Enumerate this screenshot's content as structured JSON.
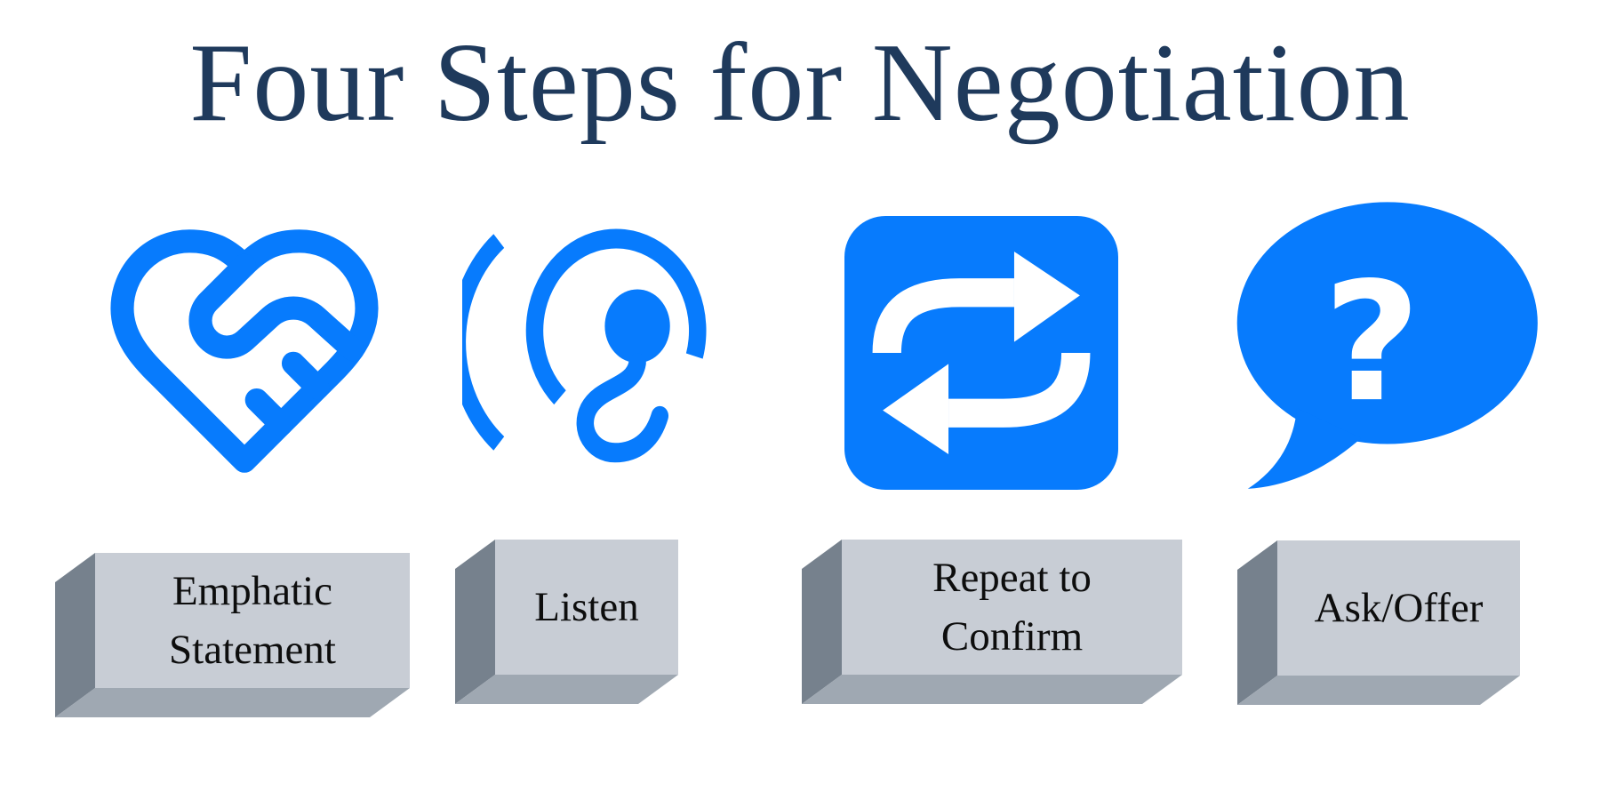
{
  "title": {
    "text": "Four Steps for Negotiation"
  },
  "colors": {
    "icon_blue": "#077BFD",
    "title_navy": "#1F3A5C",
    "box_front": "#C8CDD5",
    "box_side_left": "#76818D",
    "box_side_bottom": "#9FA8B2",
    "label_ink": "#0d0d0d",
    "background": "#ffffff"
  },
  "steps": [
    {
      "icon": "heart-handshake-icon",
      "label": "Emphatic Statement",
      "label_lines": [
        "Emphatic",
        "Statement"
      ]
    },
    {
      "icon": "listening-ear-icon",
      "label": "Listen",
      "label_lines": [
        "Listen"
      ]
    },
    {
      "icon": "repeat-arrows-icon",
      "label": "Repeat to Confirm",
      "label_lines": [
        "Repeat to",
        "Confirm"
      ]
    },
    {
      "icon": "question-bubble-icon",
      "label": "Ask/Offer",
      "label_lines": [
        "Ask/Offer"
      ]
    }
  ],
  "question_mark": "?"
}
